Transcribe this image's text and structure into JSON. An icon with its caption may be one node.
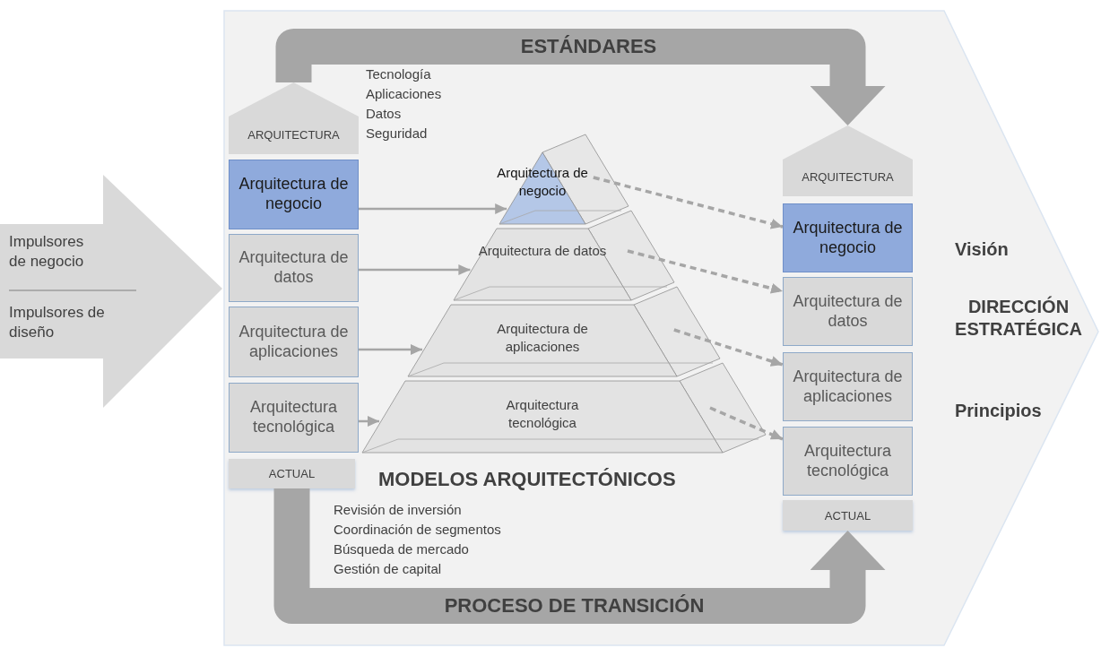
{
  "diagram": {
    "nodes": [
      {
        "text": [
          "Impulsores de negocio",
          "Impulsores de diseño"
        ]
      },
      {
        "text": [
          "Visión",
          "DIRECCIÓN ESTRATÉGICA",
          "Principios"
        ]
      },
      {
        "text": [
          "ARQUITECTURA"
        ],
        "in": 1
      },
      {
        "text": [
          "Arquitectura de negocio"
        ],
        "in": 1
      },
      {
        "text": [
          "Arquitectura de datos"
        ],
        "in": 1
      },
      {
        "text": [
          "Arquitectura de aplicaciones"
        ],
        "in": 1
      },
      {
        "text": [
          "Arquitectura tecnológica"
        ],
        "in": 1
      },
      {
        "text": [
          "ACTUAL"
        ],
        "in": 1
      },
      {
        "text": [
          "Arquitectura de negocio"
        ],
        "in": 1
      },
      {
        "text": [
          "Arquitectura de datos"
        ],
        "in": 1
      },
      {
        "text": [
          "Arquitectura de aplicaciones"
        ],
        "in": 1
      },
      {
        "text": [
          "Arquitectura tecnológica"
        ],
        "in": 1
      },
      {
        "text": [
          "ARQUITECTURA"
        ],
        "in": 1
      },
      {
        "text": [
          "Arquitectura de negocio"
        ],
        "in": 1
      },
      {
        "text": [
          "Arquitectura de datos"
        ],
        "in": 1
      },
      {
        "text": [
          "Arquitectura de aplicaciones"
        ],
        "in": 1
      },
      {
        "text": [
          "Arquitectura tecnológica"
        ],
        "in": 1
      },
      {
        "text": [
          "ACTUAL"
        ],
        "in": 1
      }
    ],
    "edges": [
      {
        "from": 3,
        "to": 8,
        "arrow": "to"
      },
      {
        "from": 4,
        "to": 9,
        "arrow": "to"
      },
      {
        "from": 5,
        "to": 10,
        "arrow": "to"
      },
      {
        "from": 6,
        "to": 11,
        "arrow": "to"
      },
      {
        "from": 8,
        "to": 13,
        "arrow": "to",
        "style": "dashed"
      },
      {
        "from": 9,
        "to": 14,
        "arrow": "to",
        "style": "dashed"
      },
      {
        "from": 10,
        "to": 15,
        "arrow": "to",
        "style": "dashed"
      },
      {
        "from": 11,
        "to": 16,
        "arrow": "to",
        "style": "dashed"
      },
      {
        "from": 2,
        "to": 12,
        "arrow": "to",
        "style": "thick",
        "label": "ESTÁNDARES"
      },
      {
        "from": 7,
        "to": 17,
        "arrow": "to",
        "style": "thick",
        "label": "PROCESO DE TRANSICIÓN"
      }
    ],
    "labels": [
      "Tecnología",
      "Aplicaciones",
      "Datos",
      "Seguridad",
      "MODELOS ARQUITECTÓNICOS",
      "Revisión de inversión",
      "Coordinación de segmentos",
      "Búsqueda de mercado",
      "Gestión de capital"
    ]
  }
}
